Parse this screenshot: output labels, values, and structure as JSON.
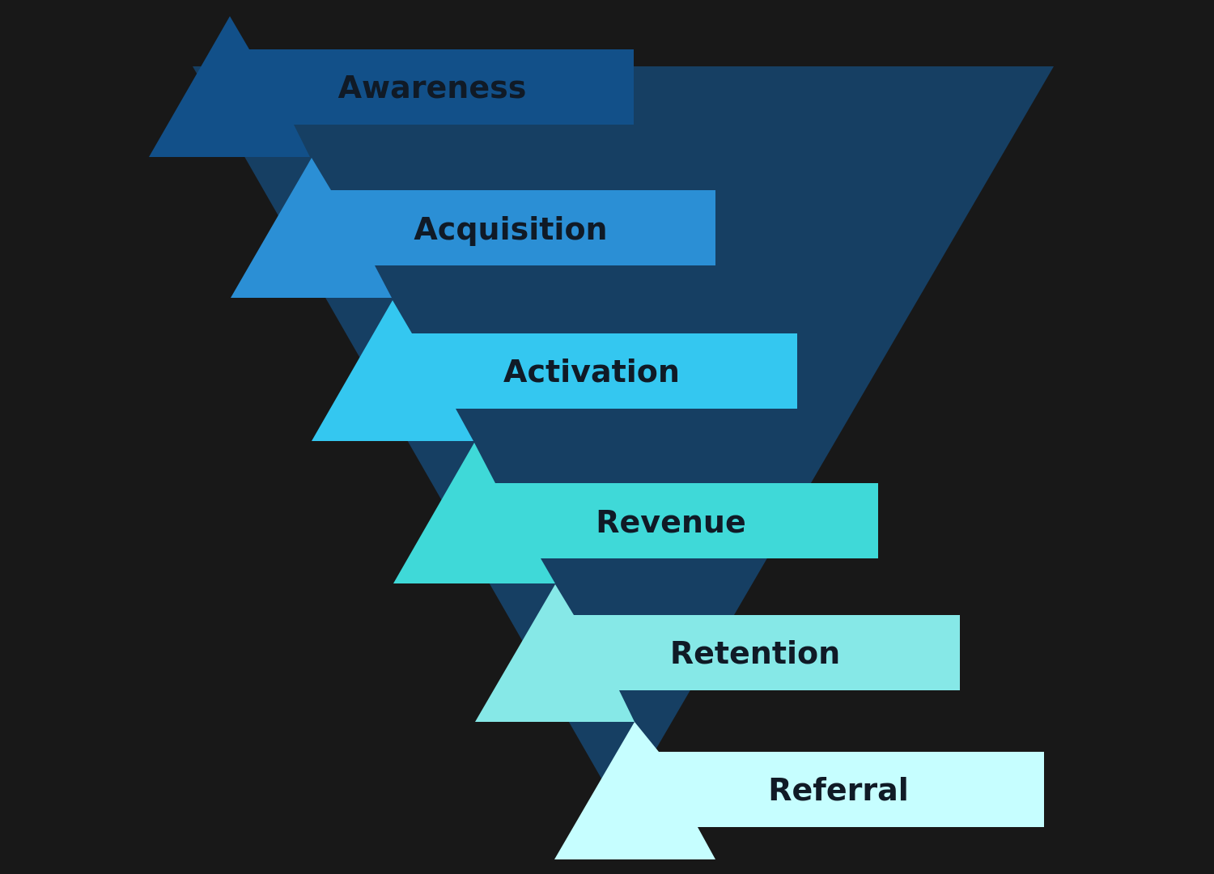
{
  "diagram": {
    "background_color": "#181818",
    "funnel_color": "#163f63",
    "stages": [
      {
        "label": "Awareness",
        "color": "#125089"
      },
      {
        "label": "Acquisition",
        "color": "#2b8fd5"
      },
      {
        "label": "Activation",
        "color": "#34c7f0"
      },
      {
        "label": "Revenue",
        "color": "#3fd9d8"
      },
      {
        "label": "Retention",
        "color": "#86e8e7"
      },
      {
        "label": "Referral",
        "color": "#c6feff"
      }
    ]
  }
}
